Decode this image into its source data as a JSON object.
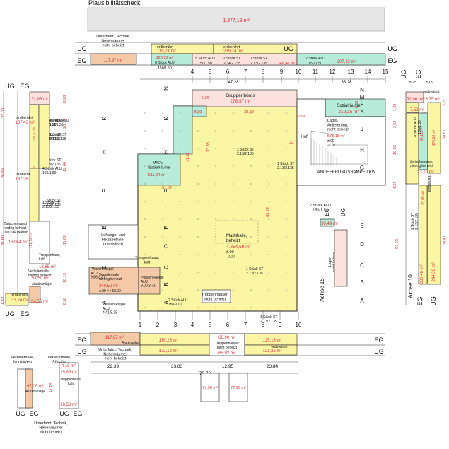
{
  "title": "Plausibilitätscheck",
  "total_area": "1.377,19 m²",
  "colors": {
    "yellow": "#fbf6a4",
    "green": "#b6ecd9",
    "pink": "#fbe2dc",
    "orange": "#f4c9a8",
    "red": "#d9363e",
    "line": "#222222",
    "grey": "#e6e6e6"
  },
  "top_strip": {
    "ug": "UG",
    "eg": "EG",
    "ug_right": "UG",
    "eg_right": "EG",
    "left_label": "Unterfahrt, Technik,\nNebenräume,\nnicht beheizt",
    "left_area": "117,97 m²",
    "cell1_top": "erdberührt",
    "cell1_top_area": "119,71 m²",
    "cell1_bottom": "123,75 m²",
    "cell1_bottom2": "8 Stück ALU",
    "cell1_bottom3": "150/1.50",
    "cell2_top": "erdberührt",
    "cell2_top_area": "239,74 m²",
    "cell2_a": "5 Stück ALU",
    "cell2_a2": "150/1.50",
    "cell2_b": "2 Stück ST",
    "cell2_b2": "2.34/2.135",
    "cell2_c": "1 Stück ST",
    "cell2_c2": "2.13/2.135",
    "cell2_d": "248,46 m²",
    "cell3_a": "7 Stück ALU",
    "cell3_a2": "150/1.50",
    "cell3_b": "207,42 m²"
  },
  "axes_top": [
    "4",
    "5",
    "6",
    "7",
    "8",
    "9",
    "10",
    "11",
    "12",
    "13",
    "14",
    "15"
  ],
  "axes_bottom": [
    "1",
    "2",
    "3",
    "4",
    "5",
    "6",
    "7",
    "8",
    "9",
    "10"
  ],
  "dims_top": [
    "47,28",
    "33,28"
  ],
  "dims_bottom": [
    "22,39",
    "33,83",
    "12,95",
    "23,84",
    "70,78"
  ],
  "rooms": {
    "gruppenbueros": "Gruppenbüros",
    "gruppenbueros_area": "278,97 m²",
    "sozialraeume": "Sozialräume",
    "sozialraeume_area": "219,35 m²",
    "lager": "Lager,\nAnlieferung,\nnicht beheizt",
    "lager_area": "573,18 m²",
    "lager_h": "±.00\n-0.07",
    "hof": "Hof",
    "wc": "WC's -\nSozialräume",
    "wc_area": "511,24 m²",
    "markthalle": "Markthalle,\nbeheizt",
    "markthalle_area": "4.854,59 m²",
    "markthalle_h": "±.00\n-0.07",
    "lueftung": "Lüftungs- und\nHeizzentrale,\nunterirdisch",
    "treppenhaus": "Treppenhaus,\nkalt",
    "verteiler": "Verteilerhalle\nniedrig beheizt",
    "verteiler_area": "340,52 m²",
    "verteiler_h": "±.00 = +58.00",
    "pfosten_l": "Pfosten/Riegel\nALU\n9.86/3.37",
    "pfosten_r": "Pfosten/Riegel\nALU\n9.00/3.71",
    "pfosten_b": "Pfosten/Riegel\nALU\n4.41/5.25",
    "treppenhaeuser": "Treppenhäuser,\nnicht beheizt",
    "lagerstrich": "Lager,\nnicht beheizt",
    "erdberuehrt": "erdberührt",
    "rampe": "ANLIEFERUNGSRAMPE LKW",
    "achse15": "Achse 15",
    "alu_mid": "2 Stück ALU\n150/1.50",
    "alu_mid_area": "39,49 m²"
  },
  "door_labels": [
    "4 Stück ALU\n150/1.50",
    "1 Stück ST\n2.13/2.135",
    "1 Stück ST\n2.13/2.135",
    "1 Stück ST\n2.13/2.135",
    "2 Stück ALU\n150/2.01",
    "1 Stück ST\n2.13/2.135",
    "1 Stück ST\n2.13/2.135",
    "2 Stück ST\n2.13/2.135",
    "1 Stück ST\n2.13/2.135"
  ],
  "red_small": [
    "8,39",
    "6,36",
    "38,88",
    "31,69",
    "33,38",
    "11,62",
    "65,92",
    "32",
    "6,50",
    "-0.54"
  ],
  "bottom_strip": {
    "eg": "EG",
    "ug": "UG",
    "eg_r": "EG",
    "ug_r": "UG",
    "alu_area": "117,97 m²",
    "alu_label": "Alutüranlage",
    "c1": "176,25 m²",
    "c1b": "erdberührt",
    "c1c": "172,19 m²",
    "c2": "68,00 m²",
    "c2b": "Treppenhäuser\nnicht beheizt",
    "c2c": "65,92 m²",
    "c3": "125,16 m²",
    "c3b": "erdberührt",
    "c3c": "121,35 m²",
    "left_label": "Unterfahrt, Technik,\nNebenräume,\nnicht beheizt"
  },
  "left_strip": {
    "ug": "UG",
    "eg": "EG",
    "a1": "32,96 m²",
    "a2": "erdberührt",
    "a3": "137,43 m²",
    "a4": "108,79 m²",
    "a5": "4 Stück ALU\n150/1.50",
    "a6": "1 Stück ST\n2.13/2.135",
    "a7": "erdberührt",
    "a8": "137,38 m²",
    "a9": "66,47 m²",
    "a10": "4 Stück ALU\n150/1.50",
    "a11": "1 Stück ST\n2.13/2.135",
    "a12": "Zwischenwand\nniedrig beheizt\ndurch Abwärme",
    "a13": "160,64 m²",
    "a14": "171,52 m²",
    "a15": "Treppenhaus,\nkalt",
    "a16": "15,85 m²",
    "a17": "Verteilerhalle\nniedrig beheizt",
    "a18": "53,50 m²",
    "a19": "Alutüranlage",
    "a20": "erdberührt",
    "a21": "33,24 m²",
    "a22": "34,55 m²",
    "dims": [
      "6,28",
      "27,00",
      "20,72",
      "26,99",
      "12,66",
      "31,60",
      "35,69",
      "6,53",
      "10,19",
      "6,58"
    ]
  },
  "right_strip": {
    "ug": "UG",
    "eg": "EG",
    "dim_top": "5,25",
    "dim_top2": "5,09",
    "a1": "32,96 m²",
    "a2": "erdberührt",
    "a3": "15,75 m²",
    "a4": "7,52 m²",
    "a5": "19,06 m²",
    "a6": "4 Stück ALU\n150/1.50",
    "a7": "99,13 m²",
    "a8": "176,16 m²",
    "a9": "Zwischenwand\nniedrig beheizt",
    "a10": "23,70 m²",
    "a11": "32,05 m²",
    "a12": "1 Stück ST\n2.13/2.135",
    "a13": "300,46 m²",
    "a14": "244,30 m²",
    "a15": "erdberührt",
    "achse10": "Achse 10",
    "dims": [
      "3,07",
      "1,43",
      "3,83",
      "19,03",
      "34,61",
      "4,51",
      "57,23",
      "54,41"
    ]
  },
  "bottom_left": {
    "nw_title": "Verteilerhalle,\nNord-West",
    "so_title": "Verteilerhalle,\nSüd-Ost",
    "nw_area": "92,08 m²",
    "nw_label": "Alutüranlage",
    "so_a": "4,15 m²",
    "so_b": "15,85 m²",
    "so_c": "Treppenhaus,\nkalt",
    "so_d": "18,58 m²",
    "dim": "17,84",
    "ug1": "UG",
    "eg1": "EG",
    "ug2": "UG",
    "eg2": "EG",
    "footer": "Unterfahrt, Technik,\nNebenräume,\nnicht beheizt"
  },
  "small_boxes": [
    "77,96 m²",
    "77,96 m²"
  ]
}
